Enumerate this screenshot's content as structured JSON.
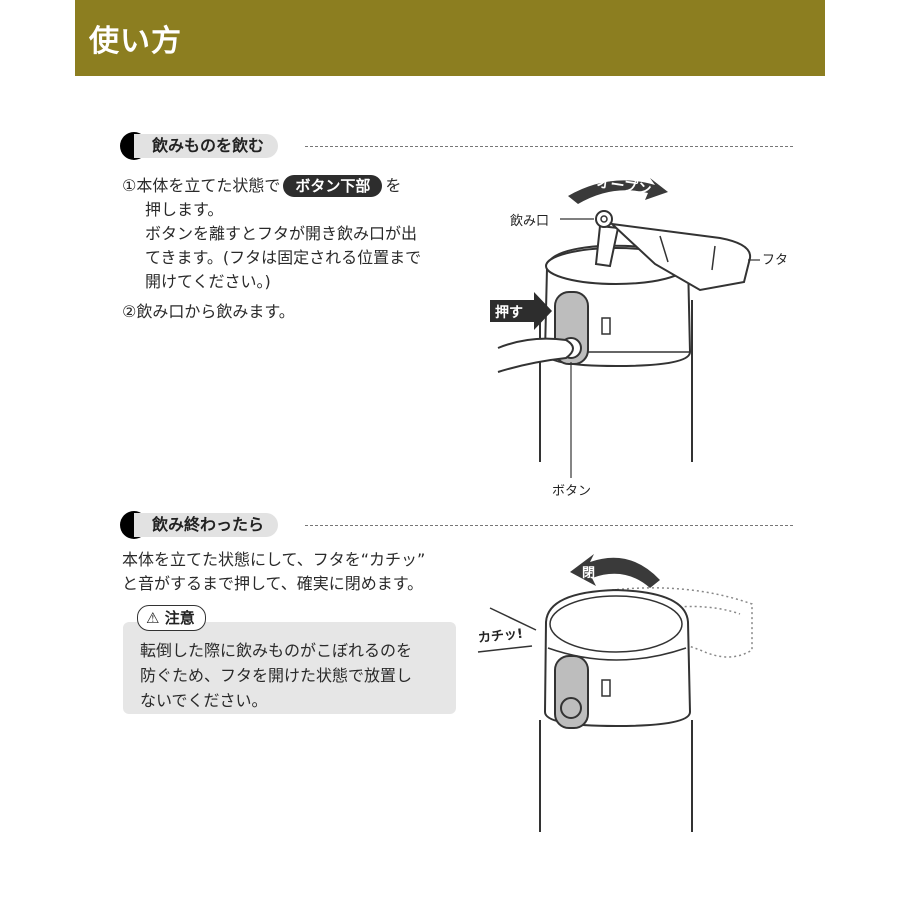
{
  "header": {
    "title": "使い方"
  },
  "section1": {
    "title": "飲みものを飲む",
    "step1_prefix": "①本体を立てた状態で",
    "step1_badge": "ボタン下部",
    "step1_suffix": "を",
    "step1_line2": "押します。",
    "step1_line3": "ボタンを離すとフタが開き飲み口が出",
    "step1_line4": "てきます。(フタは固定される位置まで",
    "step1_line5": "開けてください。)",
    "step2": "②飲み口から飲みます。"
  },
  "diagram1": {
    "label_open": "オープン",
    "label_spout": "飲み口",
    "label_lid": "フタ",
    "label_push": "押す",
    "label_button": "ボタン"
  },
  "section2": {
    "title": "飲み終わったら",
    "line1": "本体を立てた状態にして、フタを“カチッ”",
    "line2": "と音がするまで押して、確実に閉めます。",
    "warning_title": "注意",
    "warning_line1": "転倒した際に飲みものがこぼれるのを",
    "warning_line2": "防ぐため、フタを開けた状態で放置し",
    "warning_line3": "ないでください。"
  },
  "diagram2": {
    "label_close": "閉",
    "label_click": "カチッ!"
  }
}
